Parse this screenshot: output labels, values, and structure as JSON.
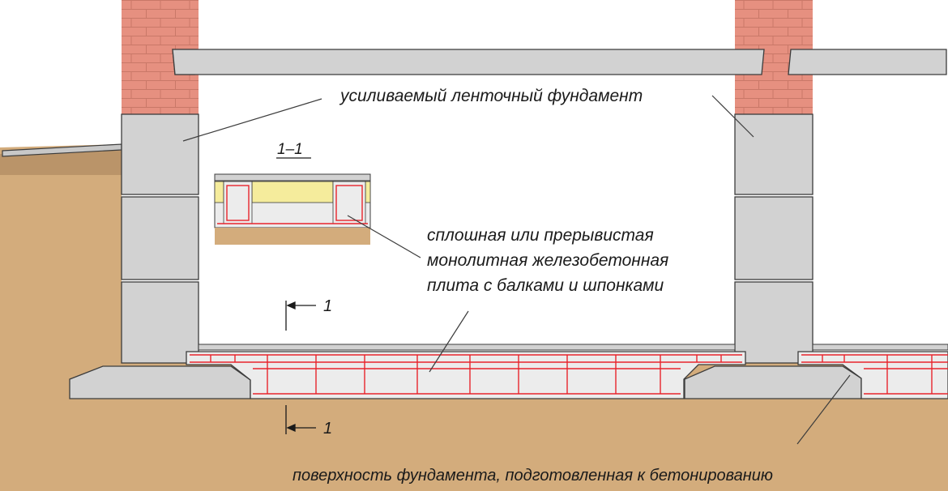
{
  "labels": {
    "foundation": "усиливаемый ленточный фундамент",
    "section_title": "1–1",
    "slab_line1": "сплошная или прерывистая",
    "slab_line2": "монолитная железобетонная",
    "slab_line3": "плита с балками и шпонками",
    "cut_top": "1",
    "cut_bottom": "1",
    "surface": "поверхность фундамента, подготовленная к бетонированию"
  },
  "colors": {
    "soil": "#d3ac7c",
    "soil_dark": "#b58f66",
    "brick": "#e69080",
    "brick_mortar": "#c97868",
    "concrete": "#d2d2d2",
    "outline": "#3c3c3c",
    "rebar": "#e8242c",
    "insulation": "#f5ec9c"
  }
}
